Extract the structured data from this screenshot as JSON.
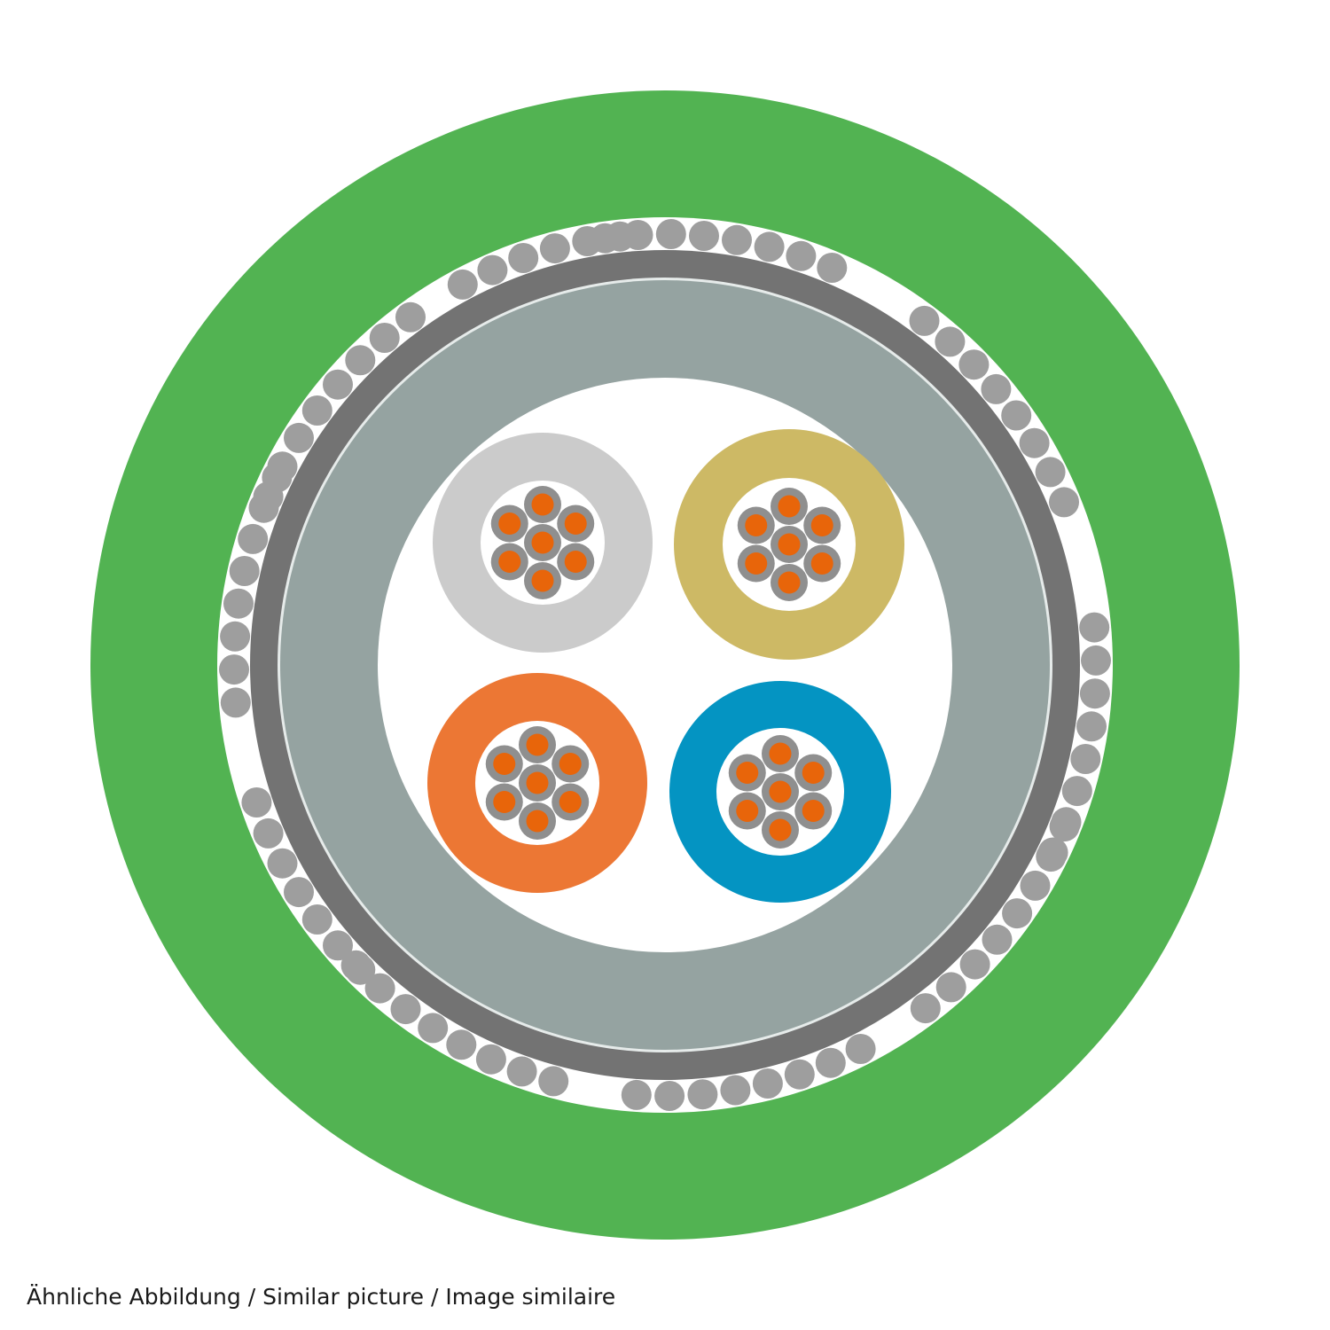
{
  "caption": "Ähnliche Abbildung / Similar picture / Image similaire",
  "colors": {
    "outer_jacket": "#52b352",
    "background": "#ffffff",
    "braid_strand": "#9e9e9e",
    "shield_ring": "#737373",
    "inner_sheath": "#95a3a1",
    "separator_line": "#e6ebea",
    "strand_outline": "#8f8f8f",
    "strand_core": "#e8650a"
  },
  "cores": [
    {
      "name": "light-grey",
      "color": "#cbcbcb"
    },
    {
      "name": "gold",
      "color": "#cdb965"
    },
    {
      "name": "orange",
      "color": "#ec7734"
    },
    {
      "name": "blue",
      "color": "#0494c2"
    }
  ]
}
